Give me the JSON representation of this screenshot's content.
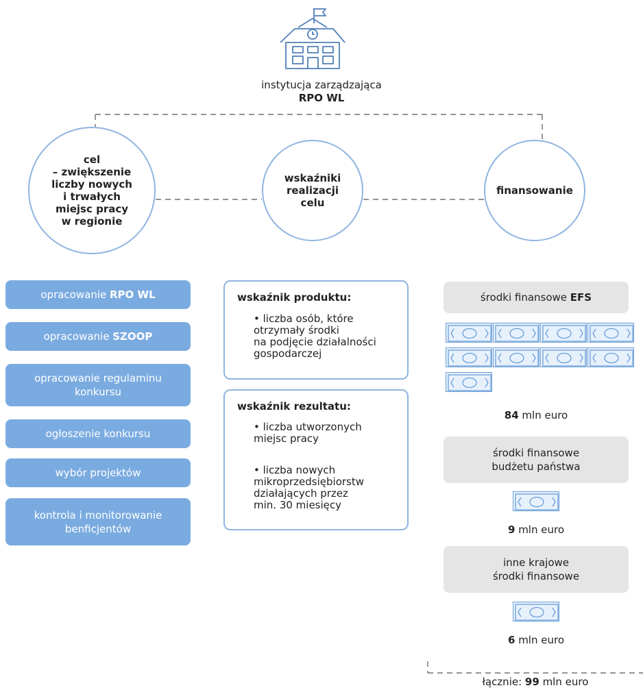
{
  "header": {
    "institution_label": "instytucja zarządzająca",
    "institution_name": "RPO WL"
  },
  "circles": {
    "goal": "cel\n– zwiększenie\nliczby nowych\ni trwałych\nmiejsc pracy\nw regionie",
    "indicators": "wskaźniki\nrealizacji\ncelu",
    "financing": "finansowanie"
  },
  "steps": [
    {
      "prefix": "opracowanie ",
      "bold": "RPO WL"
    },
    {
      "prefix": "opracowanie ",
      "bold": "SZOOP"
    },
    {
      "prefix": "opracowanie regulaminu konkursu",
      "bold": ""
    },
    {
      "prefix": "ogłoszenie konkursu",
      "bold": ""
    },
    {
      "prefix": "wybór projektów",
      "bold": ""
    },
    {
      "prefix": "kontrola i monitorowanie benficjentów",
      "bold": ""
    }
  ],
  "indicators": {
    "product": {
      "title": "wskaźnik produktu:",
      "items": [
        "• liczba osób, które\notrzymały środki\nna podjęcie działalności\ngospodarczej"
      ]
    },
    "result": {
      "title": "wskaźnik rezultatu:",
      "items": [
        "• liczba utworzonych\nmiejsc pracy",
        "• liczba nowych\nmikroprzedsiębiorstw\ndziałających przez\nmin. 30 miesięcy"
      ]
    }
  },
  "financing": {
    "efs": {
      "label": "środki finansowe ",
      "bold": "EFS",
      "amount_value": "84",
      "amount_unit": " mln euro",
      "notes": 9
    },
    "budget": {
      "label": "środki finansowe\nbudżetu państwa",
      "amount_value": "9",
      "amount_unit": " mln euro",
      "notes": 1
    },
    "other": {
      "label": "inne krajowe\nśrodki finansowe",
      "amount_value": "6",
      "amount_unit": " mln euro",
      "notes": 1
    },
    "total_label": "łącznie: ",
    "total_value": "99",
    "total_unit": " mln euro"
  },
  "colors": {
    "step_fill": "#7aabe0",
    "circle_stroke": "#8fb5e0",
    "finance_box": "#e5e5e5",
    "note_fill": "#e7f1fc"
  }
}
